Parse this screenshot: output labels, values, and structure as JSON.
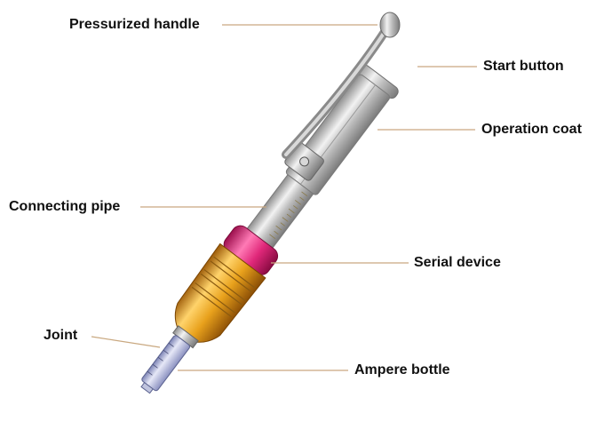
{
  "labels": {
    "pressurized_handle": "Pressurized handle",
    "start_button": "Start button",
    "operation_coat": "Operation coat",
    "connecting_pipe": "Connecting pipe",
    "serial_device": "Serial device",
    "joint": "Joint",
    "ampere_bottle": "Ampere bottle"
  },
  "colors": {
    "leader_line": "#c9a880",
    "metal": "#c8c8c8",
    "ring_pink": "#e0287a",
    "grip_gold": "#e8a11c",
    "vial": "#aab0d8"
  }
}
